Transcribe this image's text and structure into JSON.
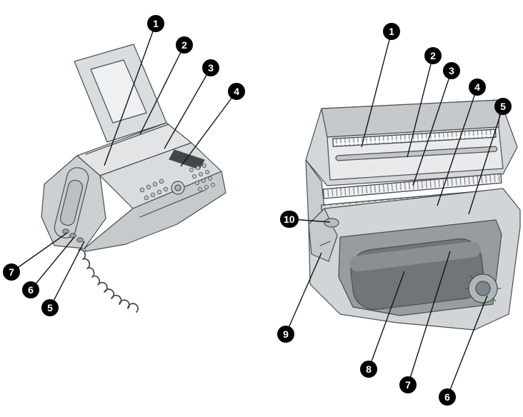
{
  "diagram": {
    "type": "parts-callout-diagram",
    "subject": "fax machine"
  },
  "views": {
    "left": {
      "name": "fax machine exterior front view",
      "callouts": [
        {
          "label": "1"
        },
        {
          "label": "2"
        },
        {
          "label": "3"
        },
        {
          "label": "4"
        },
        {
          "label": "5"
        },
        {
          "label": "6"
        },
        {
          "label": "7"
        }
      ]
    },
    "right": {
      "name": "fax machine opened view",
      "callouts": [
        {
          "label": "1"
        },
        {
          "label": "2"
        },
        {
          "label": "3"
        },
        {
          "label": "4"
        },
        {
          "label": "5"
        },
        {
          "label": "6"
        },
        {
          "label": "7"
        },
        {
          "label": "8"
        },
        {
          "label": "9"
        },
        {
          "label": "10"
        }
      ]
    }
  },
  "colors": {
    "badge_bg": "#000000",
    "badge_text": "#ffffff",
    "leader_line": "#141414",
    "line_art_stroke": "#4a4e51",
    "body_gray": "#d4d7d9"
  }
}
